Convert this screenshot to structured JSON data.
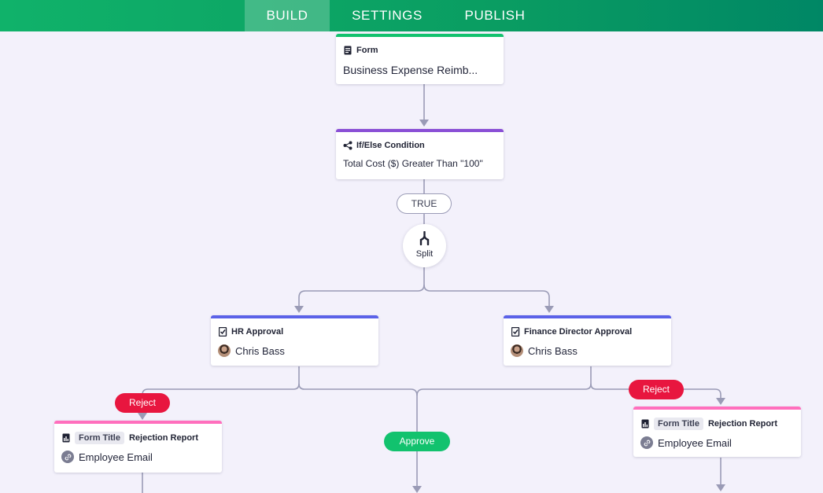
{
  "tabs": [
    {
      "label": "BUILD",
      "active": true
    },
    {
      "label": "SETTINGS",
      "active": false
    },
    {
      "label": "PUBLISH",
      "active": false
    }
  ],
  "colors": {
    "accent": "#0a9d62",
    "form_bar": "#12c26e",
    "condition_bar": "#8a4fd6",
    "approval_bar": "#5b62e8",
    "report_bar": "#ff6fbd",
    "reject": "#e8163f",
    "approve": "#12c26e",
    "connector": "#9a9bb6"
  },
  "form_card": {
    "type": "Form",
    "icon": "document-icon",
    "title": "Business Expense Reimb..."
  },
  "condition_card": {
    "type": "If/Else Condition",
    "icon": "branch-icon",
    "text": "Total Cost ($) Greater Than \"100\""
  },
  "true_label": "TRUE",
  "split": {
    "label": "Split",
    "icon": "split-icon"
  },
  "hr_card": {
    "type": "HR Approval",
    "icon": "approval-icon",
    "assignee": "Chris Bass"
  },
  "finance_card": {
    "type": "Finance Director Approval",
    "icon": "approval-icon",
    "assignee": "Chris Bass"
  },
  "left_reject": "Reject",
  "right_reject": "Reject",
  "approve": "Approve",
  "left_report": {
    "chip": "Form Title",
    "title": "Rejection Report",
    "recipient": "Employee Email",
    "icon": "report-icon"
  },
  "right_report": {
    "chip": "Form Title",
    "title": "Rejection Report",
    "recipient": "Employee Email",
    "icon": "report-icon"
  }
}
